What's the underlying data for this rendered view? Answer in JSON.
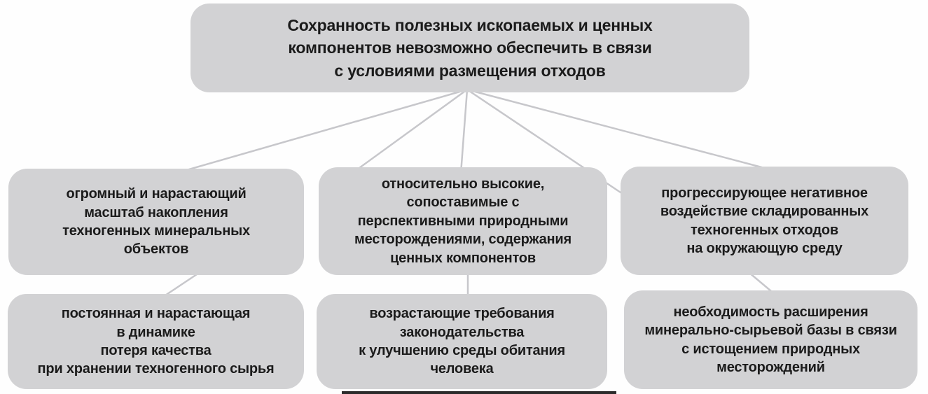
{
  "diagram": {
    "root": {
      "text": "Сохранность полезных ископаемых и ценных\nкомпонентов невозможно обеспечить в связи\nс условиями размещения отходов"
    },
    "middle_row": [
      {
        "text": "огромный и нарастающий\nмасштаб накопления\nтехногенных минеральных\nобъектов"
      },
      {
        "text": "относительно высокие,\nсопоставимые с\nперспективными природными\nместорождениями, содержания\nценных компонентов"
      },
      {
        "text": "прогрессирующее негативное\nвоздействие складированных\nтехногенных отходов\nна окружающую среду"
      }
    ],
    "bottom_row": [
      {
        "text": "постоянная и нарастающая\nв динамике\nпотеря качества\nпри хранении техногенного сырья"
      },
      {
        "text": "возрастающие требования\nзаконодательства\nк улучшению среды обитания\nчеловека"
      },
      {
        "text": "необходимость расширения\nминерально-сырьевой базы в связи\nс истощением природных\nместорождений"
      }
    ]
  },
  "colors": {
    "box_fill": "#d2d2d4",
    "connector_line": "#c7c7cb",
    "text": "#1b1b1b",
    "background": "#fefefe"
  }
}
